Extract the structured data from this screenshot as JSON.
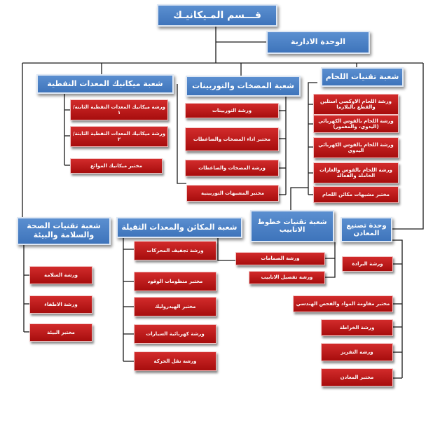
{
  "top": {
    "department": "قـــسم المـيكانيـك",
    "admin_unit": "الوحدة الادارية"
  },
  "branches": {
    "welding": {
      "title": "شعبة تقنيات اللحام",
      "items": [
        "ورشة اللحام الاوكسي استلين والقطع بالبلازما",
        "ورشة اللحام بالقوس الكهربائي (اليدوي، والمغمور)",
        "ورشة اللحام بالقوس الكهربائي اليدوي",
        "ورشة اللحام بالقوس والغازات الخاملة والفعالة",
        "مختبر مشبهات مكائن اللحام"
      ]
    },
    "pumps": {
      "title": "شعبة المضخات والتوربينات",
      "items": [
        "ورشة التوربينات",
        "مختبر اداء المضخات والضاغطات",
        "ورشة المضخات والضاغطات",
        "مختبر المشبهات التوربينية"
      ]
    },
    "oil": {
      "title": "شعبة ميكانيك المعدات النفطية",
      "items": [
        "ورشة ميكانيك المعدات النفطية الثابتة/١",
        "ورشة ميكانيك المعدات النفطية الثابتة/٢",
        "مختبر ميكانيك الموائع"
      ]
    },
    "safety": {
      "title": "شعبة تقنيات الصحة والسلامة والبيئة",
      "items": [
        "ورشة السلامة",
        "ورشة الاطفاء",
        "مختبر البيئة"
      ]
    },
    "heavy": {
      "title": "شعبة المكائن والمعدات الثقيلة",
      "items": [
        "ورشة تجفيف المحركات",
        "مختبر منظومات الوقود",
        "مختبر الهيدروليك",
        "ورشة كهربائية السيارات",
        "ورشة نقل الحركة"
      ]
    },
    "pipes": {
      "title": "شعبة تقنيات خطوط الانابيب",
      "items": [
        "ورشة الصمامات",
        "ورشة تفصيل الانابيب"
      ]
    },
    "metals": {
      "title": "وحدة تصنيع المعادن",
      "items": [
        "ورشة البرادة",
        "مختبر مقاومة المواد والفحص الهندسي",
        "ورشة الخراطة",
        "ورشة التفريز",
        "مختبر المعادن"
      ]
    }
  }
}
